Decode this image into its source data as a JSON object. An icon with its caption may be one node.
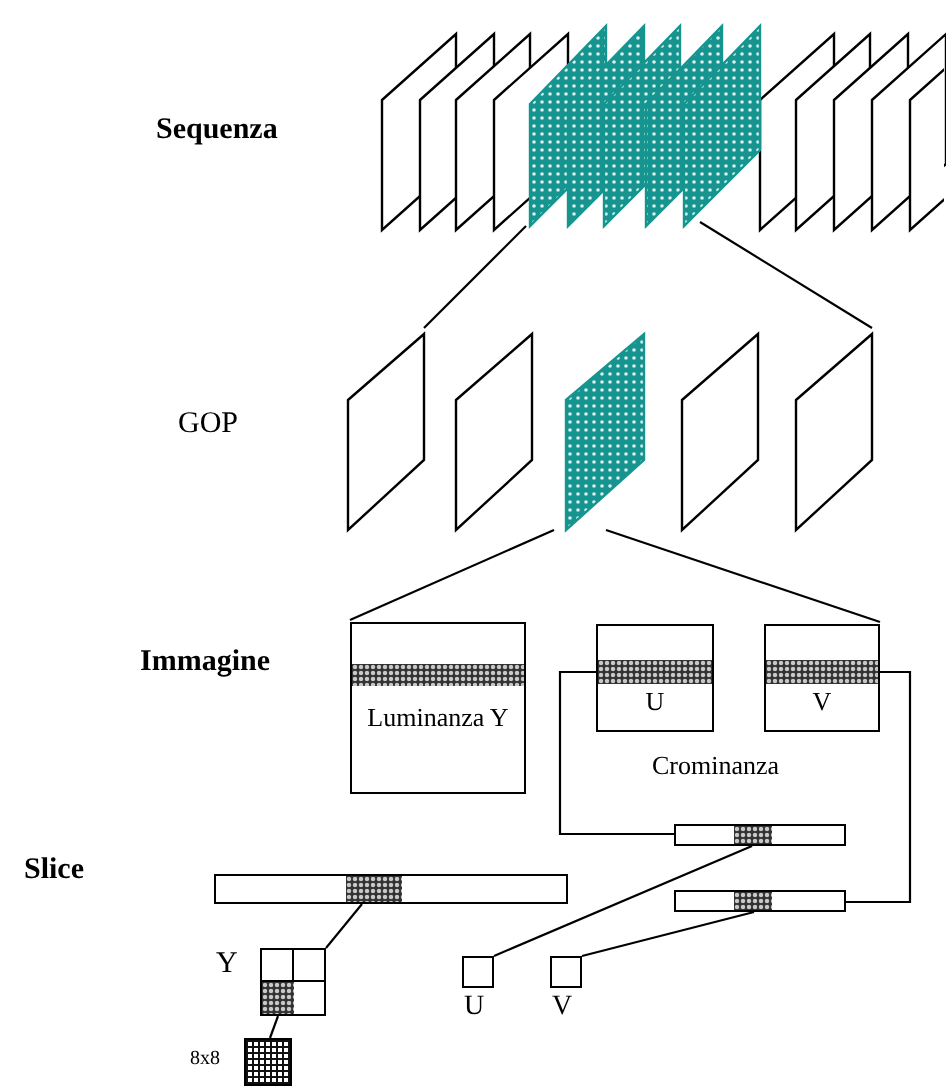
{
  "diagram": {
    "nodes": [
      {
        "text": [],
        "shape": "box"
      },
      {
        "text": [],
        "shape": "box"
      },
      {
        "text": [],
        "shape": "box"
      },
      {
        "text": [],
        "shape": "box"
      },
      {
        "text": [],
        "shape": "box"
      },
      {
        "text": [],
        "shape": "box"
      },
      {
        "text": [
          "Luminanza Y"
        ]
      },
      {
        "text": [
          "U"
        ]
      },
      {
        "text": [
          "V"
        ]
      },
      {
        "text": [],
        "shape": "bar"
      },
      {
        "text": [],
        "shape": "bar"
      },
      {
        "text": [],
        "shape": "bar"
      },
      {
        "text": [],
        "shape": "box",
        "beside": [
          "Y"
        ]
      },
      {
        "text": [],
        "shape": "box",
        "beside": [
          "U"
        ]
      },
      {
        "text": [],
        "shape": "box",
        "beside": [
          "V"
        ]
      },
      {
        "text": [],
        "shape": "box",
        "beside": [
          "8x8"
        ]
      }
    ],
    "edges": [
      {
        "from": 0,
        "to": 1,
        "arrow": "none"
      },
      {
        "from": 0,
        "to": 5,
        "arrow": "none"
      },
      {
        "from": 3,
        "to": 6,
        "arrow": "none"
      },
      {
        "from": 3,
        "to": 8,
        "arrow": "none"
      },
      {
        "from": 7,
        "to": 10,
        "arrow": "none"
      },
      {
        "from": 8,
        "to": 11,
        "arrow": "none"
      },
      {
        "from": 9,
        "to": 12,
        "arrow": "none"
      },
      {
        "from": 10,
        "to": 13,
        "arrow": "none"
      },
      {
        "from": 11,
        "to": 14,
        "arrow": "none"
      },
      {
        "from": 12,
        "to": 15,
        "arrow": "none"
      }
    ],
    "labels": [
      "Sequenza",
      "GOP",
      "Immagine",
      "Crominanza",
      "Slice"
    ]
  }
}
